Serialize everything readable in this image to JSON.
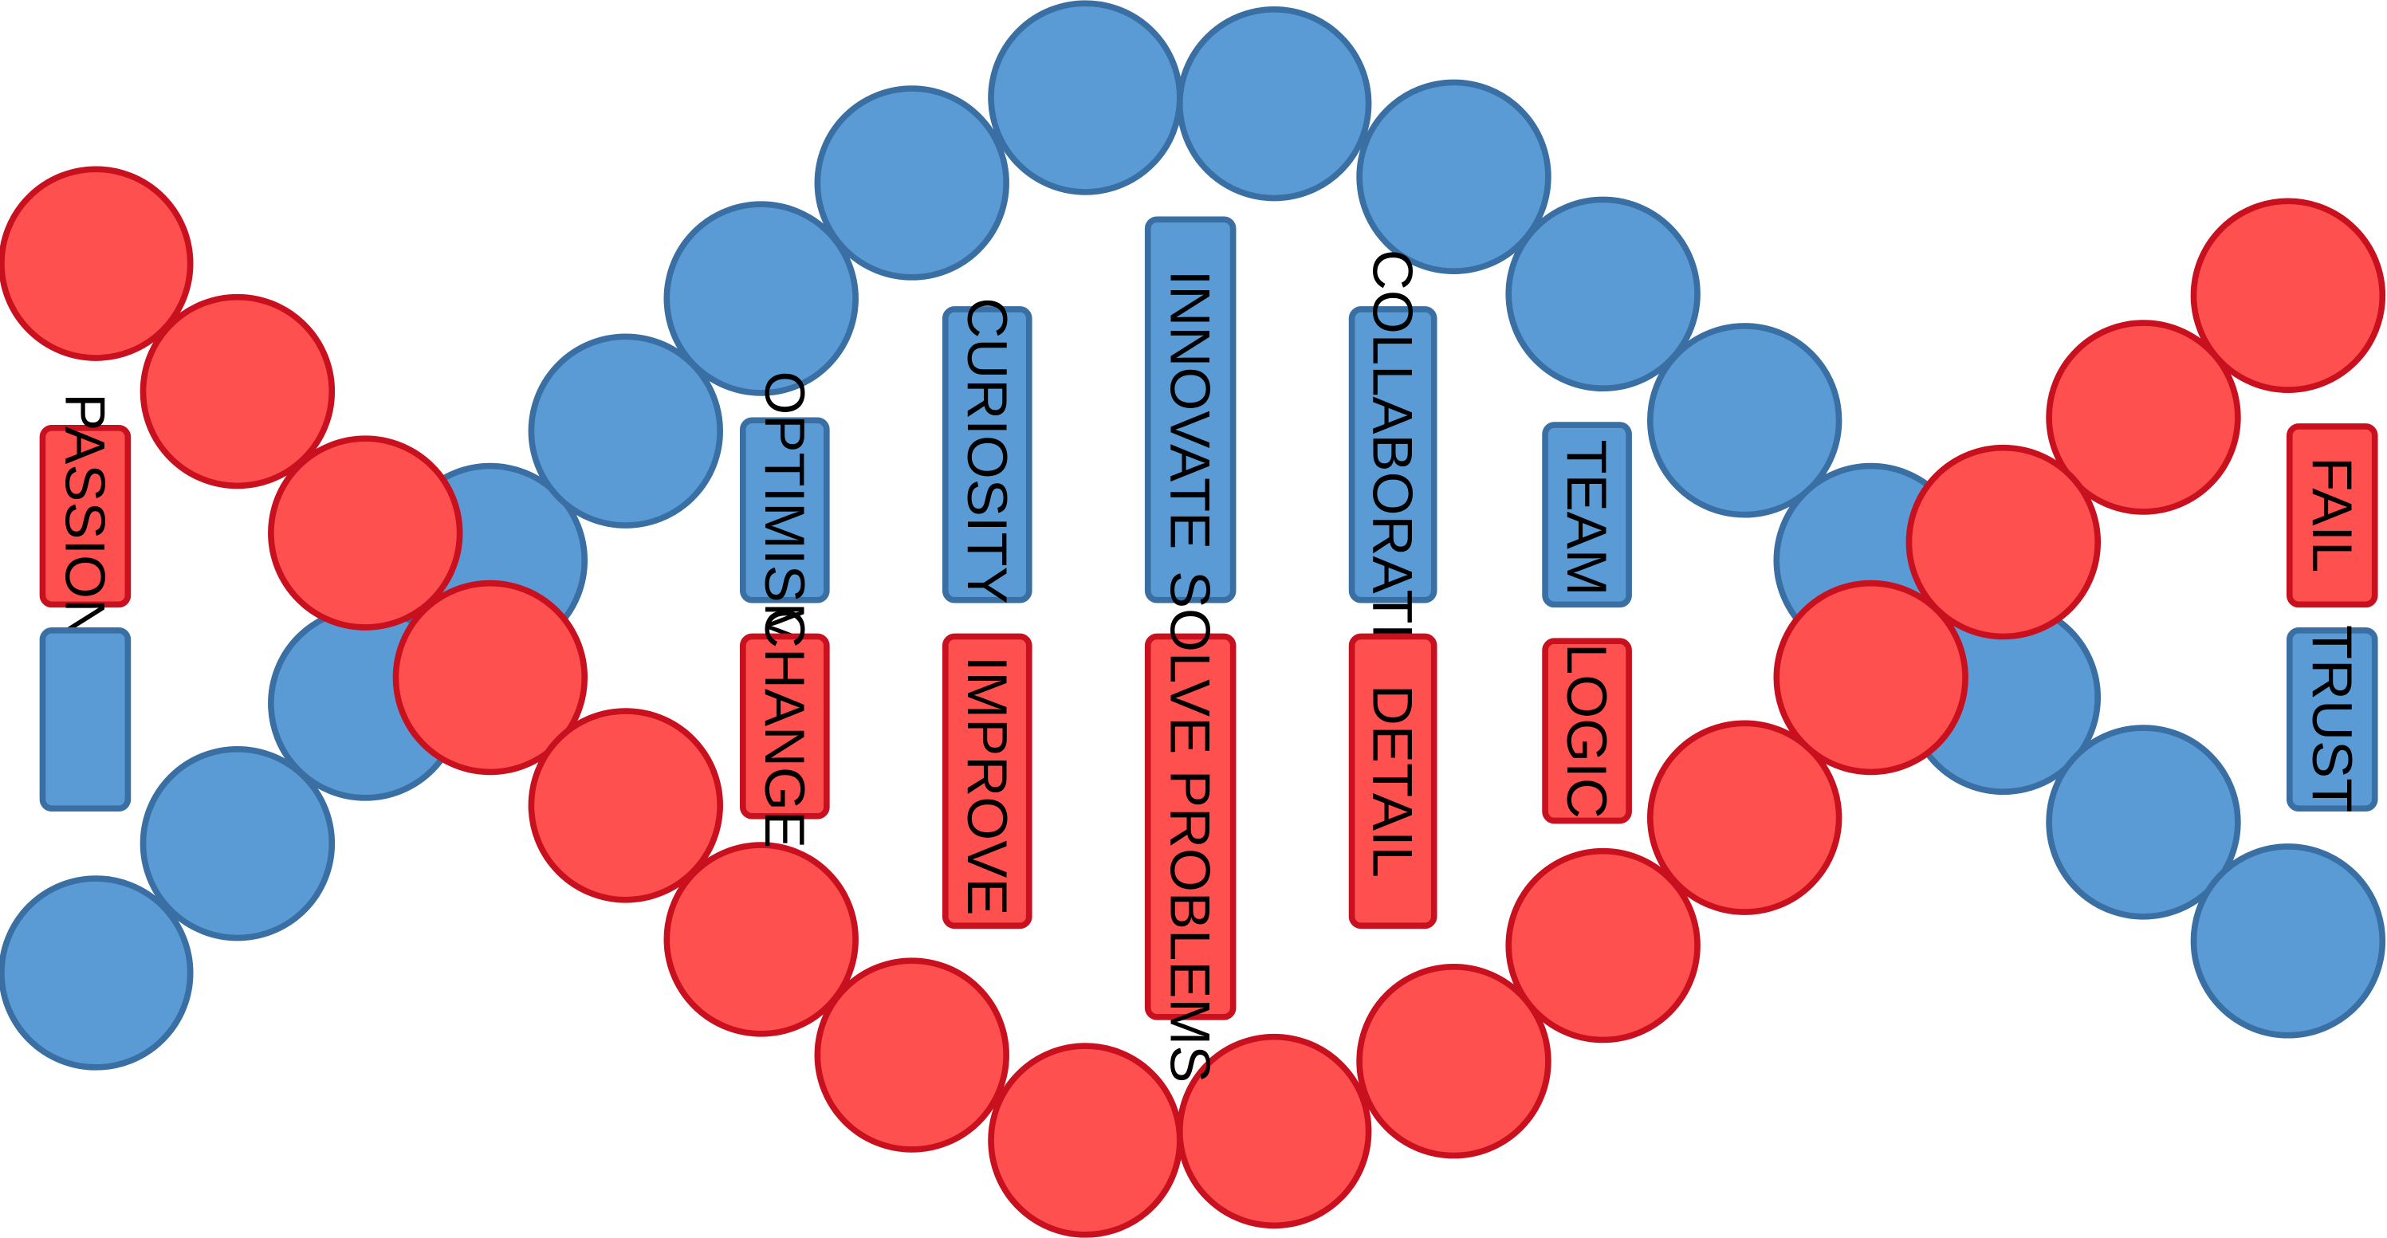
{
  "colors": {
    "red_fill": "#ff5050",
    "red_stroke": "#c8101e",
    "blue_fill": "#5b9bd5",
    "blue_stroke": "#3a6fa4",
    "text": "#000000"
  },
  "words": {
    "passion": "PASSION",
    "optimism": "OPTIMISM",
    "curiosity": "CURIOSITY",
    "innovate": "INNOVATE",
    "collaborate": "COLLABORATE",
    "team": "TEAM",
    "fail": "FAIL",
    "change": "CHANGE",
    "improve": "IMPROVE",
    "solve_problems": "SOLVE PROBLEMS",
    "detail": "DETAIL",
    "logic": "LOGIC",
    "trust": "TRUST"
  }
}
